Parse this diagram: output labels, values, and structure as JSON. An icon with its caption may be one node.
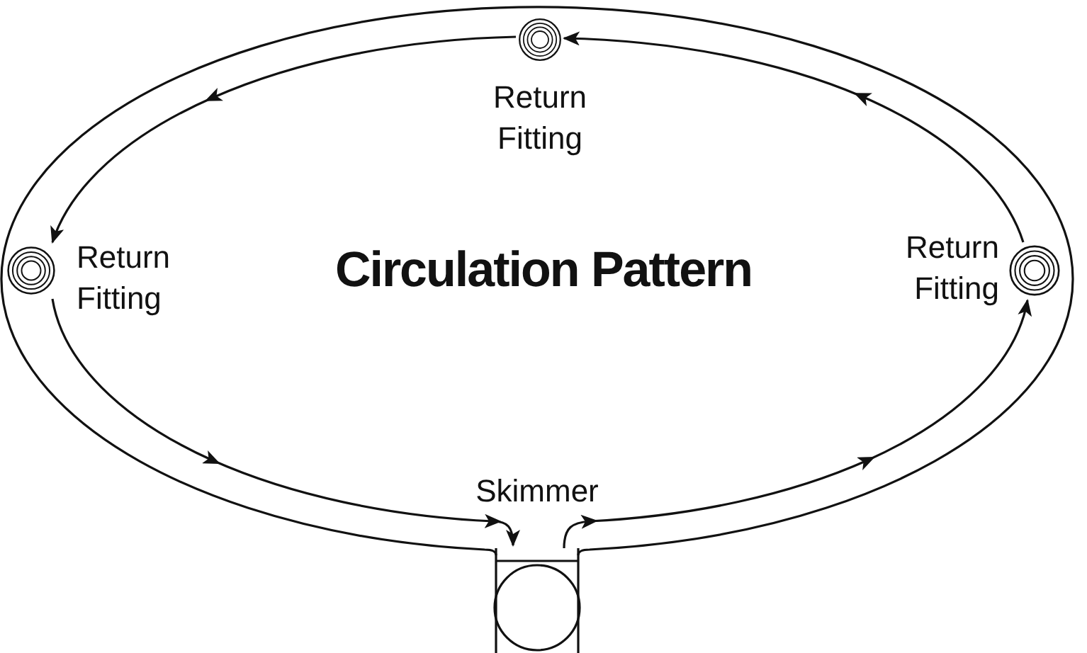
{
  "diagram": {
    "title": "Circulation Pattern",
    "nodes": [
      {
        "text": [
          "Return Fitting"
        ]
      },
      {
        "text": [
          "Return Fitting"
        ]
      },
      {
        "text": [
          "Return Fitting"
        ]
      },
      {
        "text": [
          "Skimmer"
        ]
      }
    ],
    "edges": [
      {
        "from": 2,
        "to": 0,
        "arrow": "to"
      },
      {
        "from": 0,
        "to": 1,
        "arrow": "to"
      },
      {
        "from": 1,
        "to": 3,
        "arrow": "to"
      },
      {
        "from": 3,
        "to": 2,
        "arrow": "to"
      }
    ]
  }
}
